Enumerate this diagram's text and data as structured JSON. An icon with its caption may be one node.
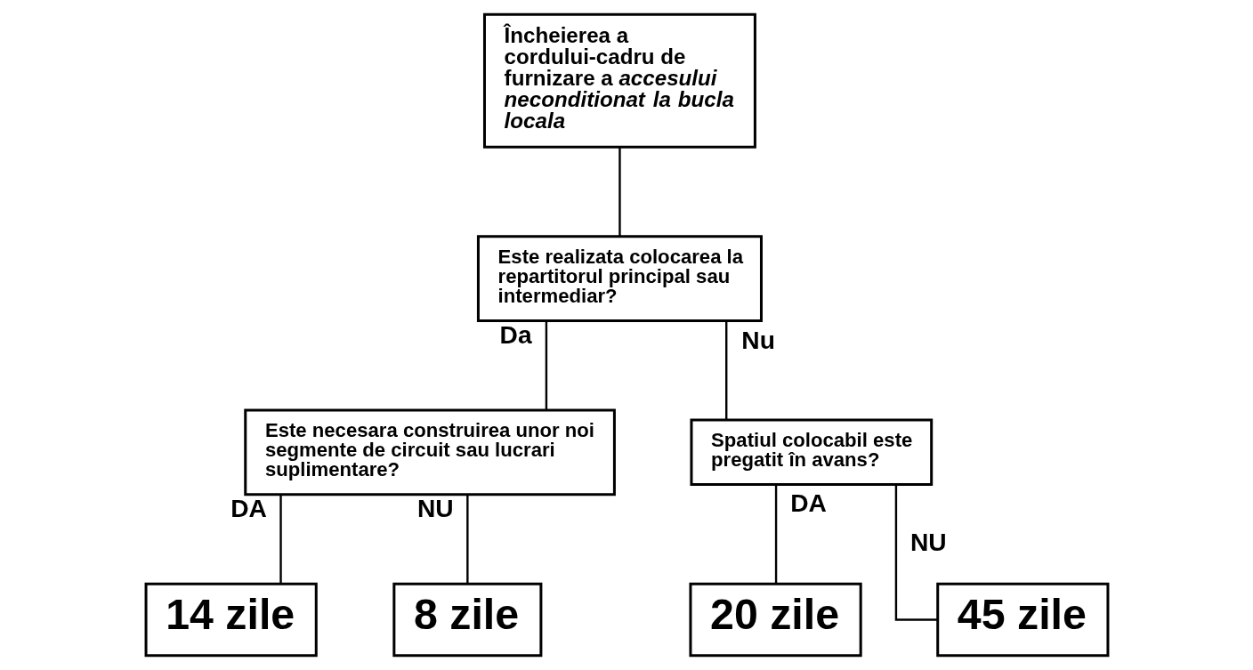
{
  "diagram": {
    "nodes": [
      {
        "text": [
          "Încheierea a cordului-cadru de furnizare a *accesului neconditionat la bucla locala*"
        ]
      },
      {
        "text": [
          "Este realizata colocarea la repartitorul principal sau intermediar?"
        ]
      },
      {
        "text": [
          "Este necesara construirea unor noi segmente de circuit sau lucrari suplimentare?"
        ]
      },
      {
        "text": [
          "Spatiul colocabil este pregatit în avans?"
        ]
      },
      {
        "text": [
          "14 zile"
        ]
      },
      {
        "text": [
          "8 zile"
        ]
      },
      {
        "text": [
          "20 zile"
        ]
      },
      {
        "text": [
          "45 zile"
        ]
      }
    ],
    "edges": [
      {
        "from": 0,
        "to": 1,
        "arrow": "none"
      },
      {
        "from": 1,
        "to": 2,
        "arrow": "none",
        "label": "Da"
      },
      {
        "from": 1,
        "to": 3,
        "arrow": "none",
        "label": "Nu"
      },
      {
        "from": 2,
        "to": 4,
        "arrow": "none",
        "label": "DA"
      },
      {
        "from": 2,
        "to": 5,
        "arrow": "none",
        "label": "NU"
      },
      {
        "from": 3,
        "to": 6,
        "arrow": "none",
        "label": "DA"
      },
      {
        "from": 3,
        "to": 7,
        "arrow": "none",
        "label": "NU"
      }
    ]
  }
}
